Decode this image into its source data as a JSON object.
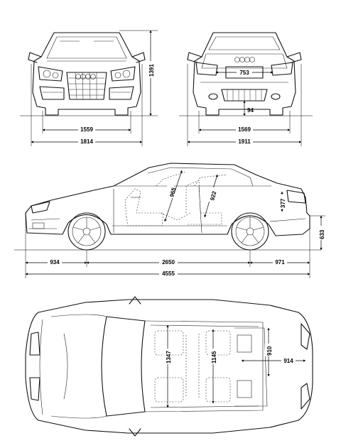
{
  "front_view": {
    "track_width": "1559",
    "overall_width": "1814",
    "height": "1391"
  },
  "rear_view": {
    "plate_width": "753",
    "ground_clearance": "94",
    "track_width": "1569",
    "width_with_mirrors": "1911"
  },
  "side_view": {
    "front_overhang": "934",
    "wheelbase": "2650",
    "rear_overhang": "971",
    "overall_length": "4555",
    "front_headroom": "965",
    "rear_headroom": "922",
    "trunk_height": "377",
    "rear_sill_height": "633"
  },
  "top_view": {
    "front_seat_width": "1347",
    "rear_seat_width": "1145",
    "trunk_length": "910",
    "trunk_width": "914"
  }
}
